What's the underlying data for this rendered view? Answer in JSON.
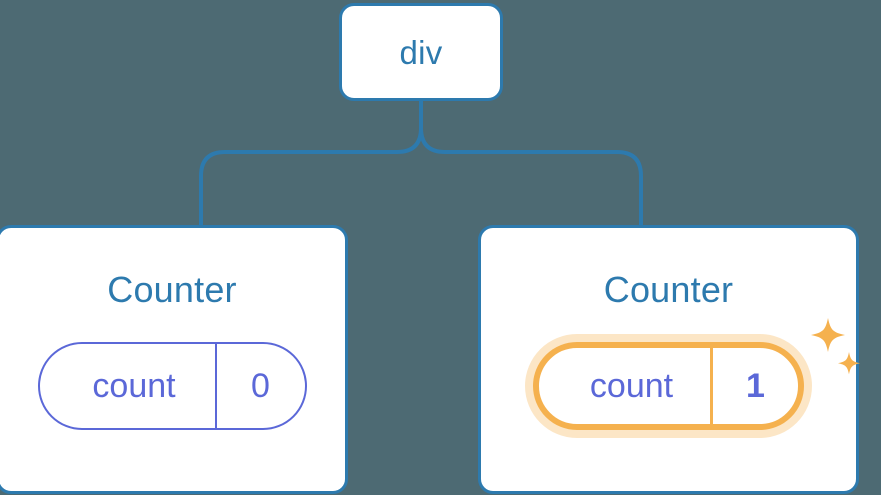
{
  "diagram": {
    "type": "component-tree",
    "background_color": "#4d6a73",
    "node_border_color": "#2d7aae",
    "node_text_color": "#2d7aae",
    "state_color": "#5b68d8",
    "highlight_color": "#f5b14e",
    "connector_color": "#2d7aae"
  },
  "root": {
    "label": "div"
  },
  "children": [
    {
      "title": "Counter",
      "state": {
        "key": "count",
        "value": "0",
        "highlighted": false,
        "bold_value": false
      }
    },
    {
      "title": "Counter",
      "state": {
        "key": "count",
        "value": "1",
        "highlighted": true,
        "bold_value": true
      },
      "sparkle_icons": [
        "sparkle-large",
        "sparkle-small"
      ]
    }
  ]
}
